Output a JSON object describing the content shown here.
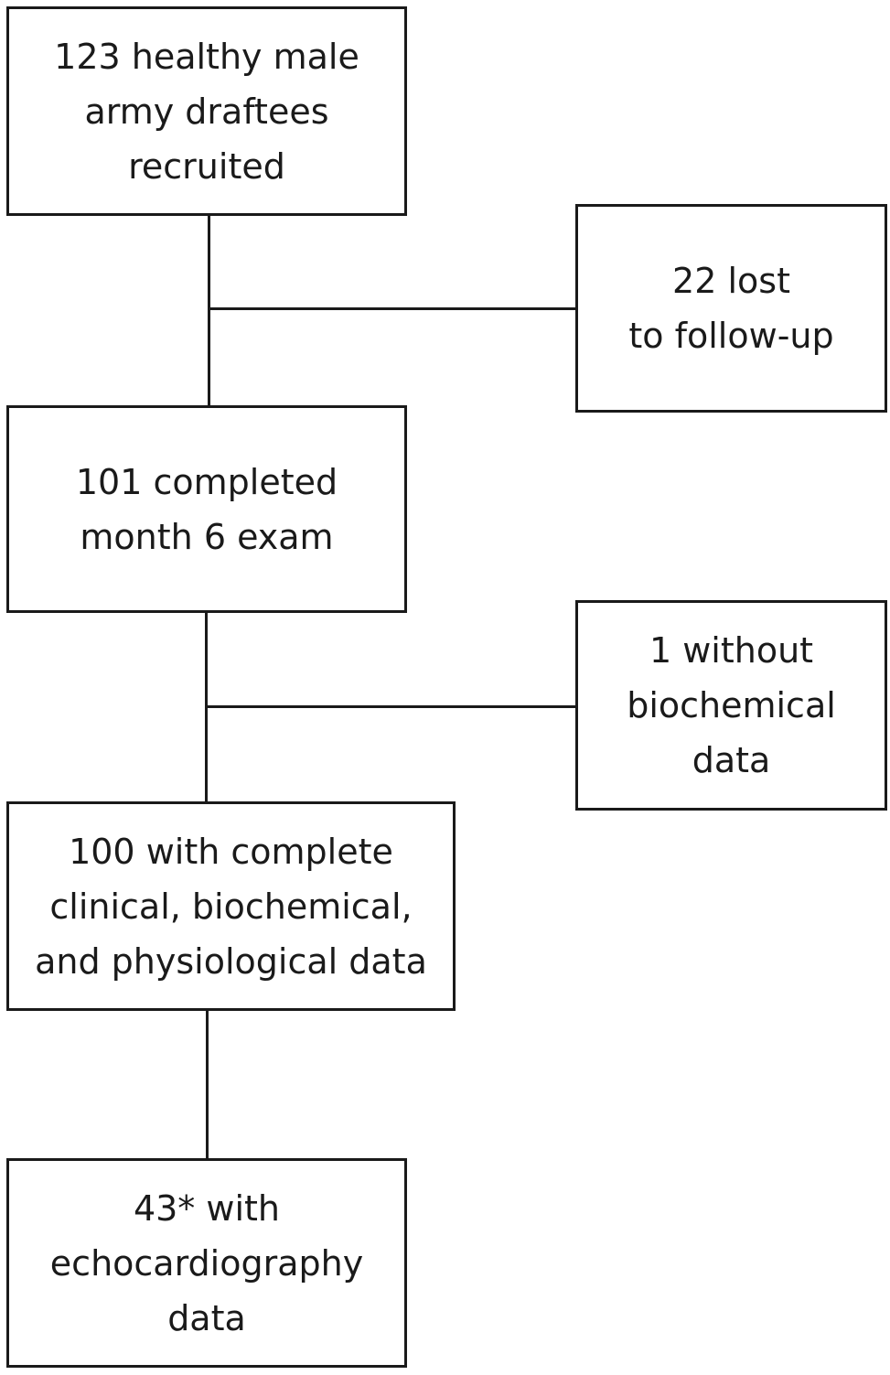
{
  "flowchart": {
    "recruited": "123 healthy male\narmy draftees\nrecruited",
    "lost": "22 lost\nto follow-up",
    "completed": "101 completed\nmonth 6 exam",
    "without_biochem": "1 without\nbiochemical\ndata",
    "complete_data": "100 with complete\nclinical, biochemical,\nand physiological data",
    "echo": "43* with\nechocardiography\ndata"
  },
  "colors": {
    "line": "#1a1a1a",
    "background": "#ffffff"
  }
}
